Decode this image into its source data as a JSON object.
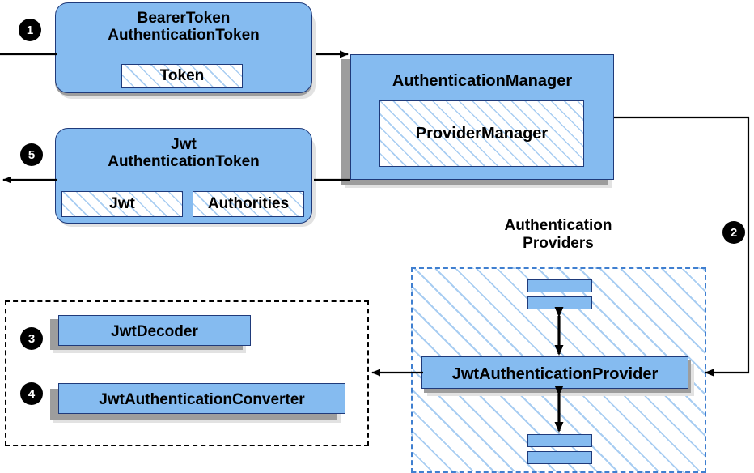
{
  "diagram": {
    "title": "Spring Security JWT Bearer Token Authentication Flow",
    "colors": {
      "node_fill": "#85bbf0",
      "node_border": "#1f3a7a",
      "hatch_line": "#a8cdf2",
      "shadow_dark": "#9d9d9d",
      "shadow_light": "#e2e2e2",
      "dashed_blue": "#3f7fd0",
      "dashed_black": "#000000",
      "badge_fill": "#000000",
      "badge_text": "#ffffff"
    },
    "steps": [
      {
        "id": "1",
        "label": "1"
      },
      {
        "id": "2",
        "label": "2"
      },
      {
        "id": "3",
        "label": "3"
      },
      {
        "id": "4",
        "label": "4"
      },
      {
        "id": "5",
        "label": "5"
      }
    ],
    "nodes": {
      "bearer_token": {
        "title_line1": "BearerToken",
        "title_line2": "AuthenticationToken",
        "sub": [
          "Token"
        ]
      },
      "jwt_token": {
        "title_line1": "Jwt",
        "title_line2": "AuthenticationToken",
        "sub": [
          "Jwt",
          "Authorities"
        ]
      },
      "authentication_manager": {
        "title": "AuthenticationManager",
        "sub": [
          "ProviderManager"
        ]
      },
      "jwt_authentication_provider": {
        "title": "JwtAuthenticationProvider"
      },
      "jwt_decoder": {
        "title": "JwtDecoder"
      },
      "jwt_authentication_converter": {
        "title": "JwtAuthenticationConverter"
      }
    },
    "groups": {
      "authentication_providers": {
        "label_line1": "Authentication",
        "label_line2": "Providers"
      },
      "jwt_support": {
        "label": ""
      }
    },
    "bars": {
      "top": [
        "provider-bar-top-1",
        "provider-bar-top-2"
      ],
      "bottom": [
        "provider-bar-bottom-1",
        "provider-bar-bottom-2"
      ]
    }
  }
}
